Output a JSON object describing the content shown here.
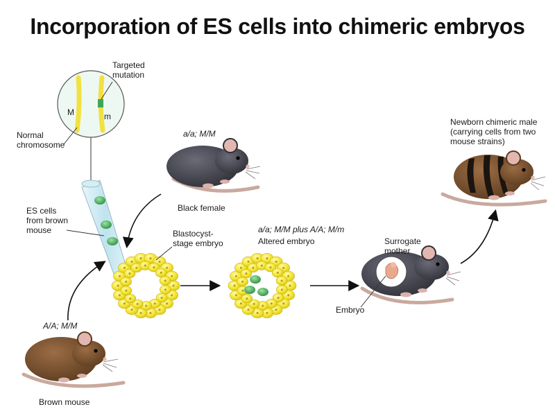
{
  "title": "Incorporation of ES cells into chimeric embryos",
  "labels": {
    "targeted_mutation": [
      "Targeted",
      "mutation"
    ],
    "chrom_M": "M",
    "chrom_m": "m",
    "normal_chromosome": [
      "Normal",
      "chromosome"
    ],
    "es_cells": [
      "ES cells",
      "from brown",
      "mouse"
    ],
    "brown_genotype": "A/A; M/M",
    "brown_mouse": "Brown mouse",
    "black_genotype": "a/a; M/M",
    "black_female": "Black female",
    "blastocyst": [
      "Blastocyst-",
      "stage embryo"
    ],
    "altered_genotype": "a/a; M/M plus A/A; M/m",
    "altered_embryo": "Altered embryo",
    "surrogate_mother": [
      "Surrogate",
      "mother"
    ],
    "embryo": "Embryo",
    "newborn": [
      "Newborn chimeric male",
      "(carrying cells from two",
      "mouse strains)"
    ]
  },
  "colors": {
    "brown_mouse": "#7a5430",
    "black_mouse": "#4a4a55",
    "chimera_stripe": "#1c1410",
    "cell_yellow": "#f4e531",
    "es_cell_green": "#3fa55a",
    "chromosome": "#f2e142",
    "tail": "#c9a99e"
  }
}
